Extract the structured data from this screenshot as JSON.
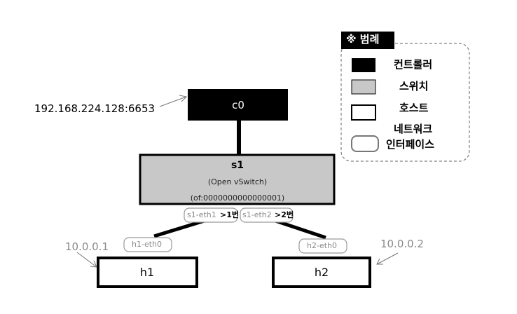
{
  "controller": {
    "name": "c0",
    "address": "192.168.224.128:6653",
    "fill": "#000000"
  },
  "switch": {
    "name": "s1",
    "type": "(Open vSwitch)",
    "dpid": "(of:0000000000000001)",
    "fill": "#c8c8c8"
  },
  "ports": [
    {
      "interface": "s1-eth1",
      "number": ">1번"
    },
    {
      "interface": "s1-eth2",
      "number": ">2번"
    }
  ],
  "hosts": [
    {
      "name": "h1",
      "interface": "h1-eth0",
      "ip": "10.0.0.1"
    },
    {
      "name": "h2",
      "interface": "h2-eth0",
      "ip": "10.0.0.2"
    }
  ],
  "legend": {
    "title": "※ 범례",
    "items": [
      {
        "label": "컨트롤러",
        "swatch": "controller",
        "color": "#000000"
      },
      {
        "label": "스위치",
        "swatch": "switch",
        "color": "#c8c8c8"
      },
      {
        "label": "호스트",
        "swatch": "host",
        "color": "#ffffff"
      },
      {
        "label": "네트워크\n인터페이스",
        "label_line1": "네트워크",
        "label_line2": "인터페이스",
        "swatch": "interface",
        "color": "#ffffff"
      }
    ]
  },
  "colors": {
    "ip_text": "#000000",
    "host_ip_text": "#8a8a8a",
    "interface_text": "#8a8a8a",
    "interface_border": "#9a9a9a",
    "legend_border": "#808080"
  }
}
